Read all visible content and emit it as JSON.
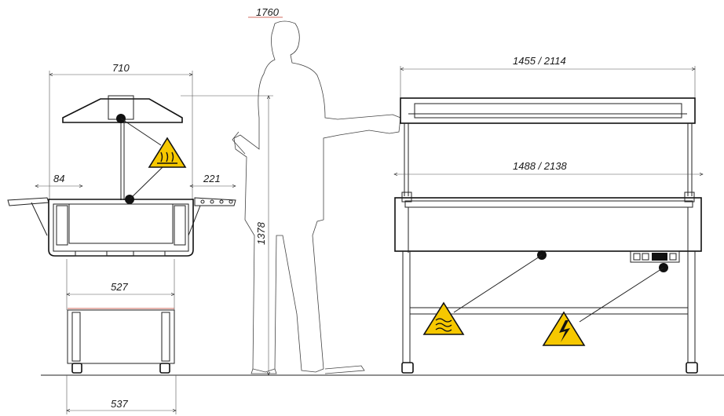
{
  "dimensions": {
    "person_height": "1760",
    "side_width": "710",
    "left_ledge": "84",
    "right_ledge": "221",
    "total_height": "1378",
    "base_width_upper": "527",
    "base_width_lower": "537",
    "top_length": "1455 / 2114",
    "body_length": "1488 / 2138"
  },
  "warnings": {
    "hot_surface": "hot-surface-warning-icon",
    "heat": "heat-warning-icon",
    "electric": "electric-hazard-icon"
  },
  "colors": {
    "warning_yellow": "#f6c800",
    "accent_red": "#c23b2e"
  }
}
